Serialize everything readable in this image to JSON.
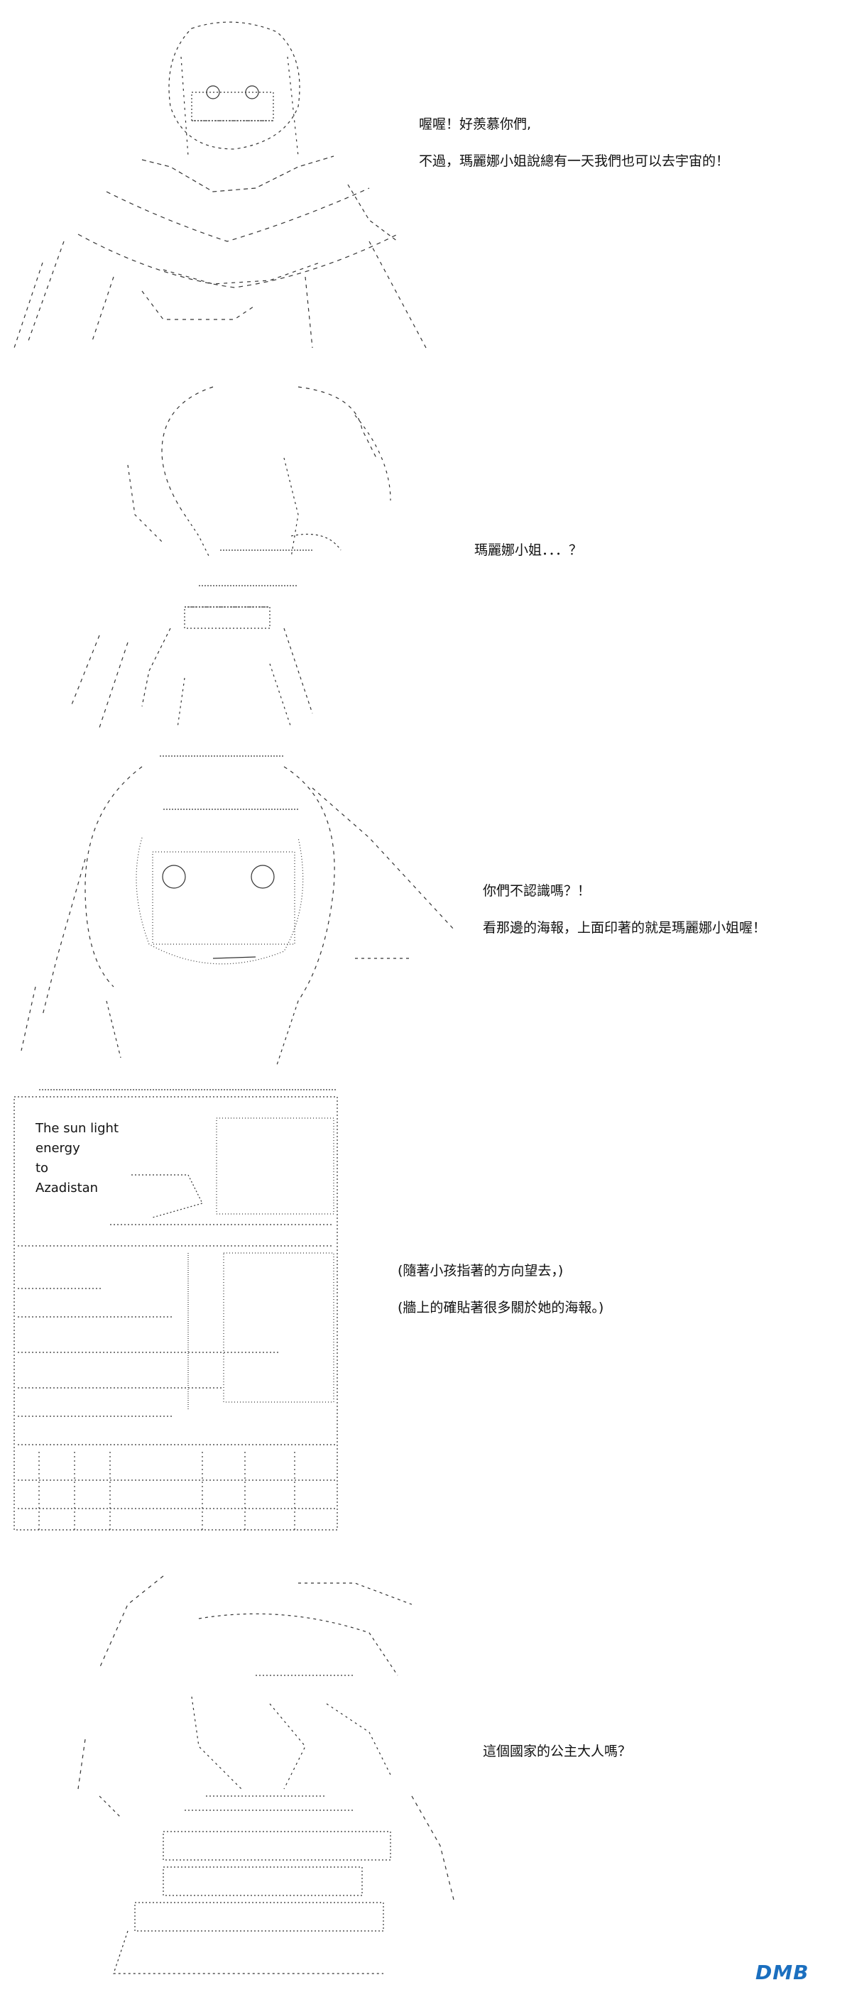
{
  "panels": [
    {
      "id": "panel-1",
      "lines": [
        "喔喔！好羨慕你們,",
        "不過，瑪麗娜小姐說總有一天我們也可以去宇宙的！"
      ]
    },
    {
      "id": "panel-2",
      "lines": [
        "瑪麗娜小姐．．．？"
      ]
    },
    {
      "id": "panel-3",
      "lines": [
        "你們不認識嗎？！",
        "看那邊的海報，上面印著的就是瑪麗娜小姐喔！"
      ]
    },
    {
      "id": "panel-4",
      "poster_text": [
        "The sun light",
        "energy",
        "to",
        "Azadistan"
      ],
      "lines": [
        "(隨著小孩指著的方向望去，)",
        "(牆上的確貼著很多關於她的海報。)"
      ]
    },
    {
      "id": "panel-5",
      "lines": [
        "這個國家的公主大人嗎？"
      ]
    }
  ],
  "watermark": "DMB",
  "colors": {
    "ink": "#111111",
    "background": "#ffffff",
    "logo": "#1b6fbf"
  }
}
